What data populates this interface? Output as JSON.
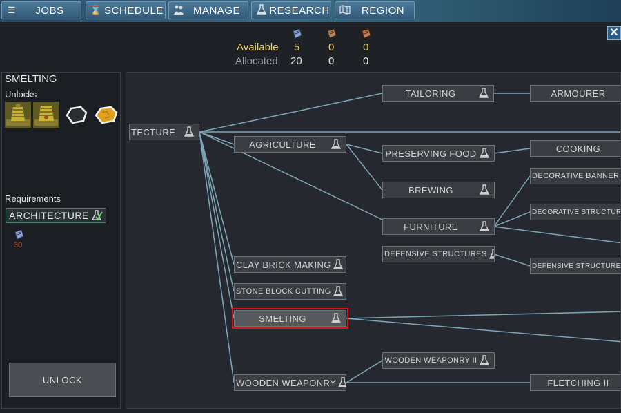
{
  "nav": {
    "items": [
      {
        "label": "JOBS",
        "icon": "list-icon"
      },
      {
        "label": "SCHEDULE",
        "icon": "hourglass-icon"
      },
      {
        "label": "MANAGE",
        "icon": "people-icon"
      },
      {
        "label": "RESEARCH",
        "icon": "flask-icon"
      },
      {
        "label": "REGION",
        "icon": "map-icon"
      }
    ]
  },
  "close_label": "✕",
  "resources": {
    "available_label": "Available",
    "allocated_label": "Allocated",
    "types": [
      {
        "icon": "blue-scroll-icon",
        "available": "5",
        "allocated": "20"
      },
      {
        "icon": "brown-scroll-icon",
        "available": "0",
        "allocated": "0"
      },
      {
        "icon": "red-scroll-icon",
        "available": "0",
        "allocated": "0"
      }
    ]
  },
  "panel": {
    "title": "SMELTING",
    "unlocks_label": "Unlocks",
    "unlocks": [
      {
        "icon": "kiln-building-icon",
        "color": "#c7b436"
      },
      {
        "icon": "furnace-building-icon",
        "color": "#c7b436"
      },
      {
        "icon": "iron-ore-icon",
        "color": "#2a2d31"
      },
      {
        "icon": "gold-ore-icon",
        "color": "#e0a020"
      }
    ],
    "requirements_label": "Requirements",
    "requirement": {
      "label": "ARCHITECTURE",
      "icon": "flask-check-icon"
    },
    "cost": {
      "icon": "blue-scroll-icon",
      "value": "30",
      "color": "#e04a2a"
    },
    "unlock_label": "UNLOCK"
  },
  "tree": {
    "nodes": {
      "architecture": {
        "label": "TECTURE"
      },
      "tailoring": {
        "label": "TAILORING"
      },
      "armourer": {
        "label": "ARMOURER"
      },
      "agriculture": {
        "label": "AGRICULTURE"
      },
      "preserving": {
        "label": "PRESERVING FOOD"
      },
      "cooking": {
        "label": "COOKING"
      },
      "brewing": {
        "label": "BREWING"
      },
      "dec_banners": {
        "label": "DECORATIVE BANNERS"
      },
      "dec_structures": {
        "label": "DECORATIVE STRUCTURES"
      },
      "furniture": {
        "label": "FURNITURE"
      },
      "def_structures": {
        "label": "DEFENSIVE STRUCTURES"
      },
      "def_structures2": {
        "label": "DEFENSIVE STRUCTURES I"
      },
      "clay": {
        "label": "CLAY BRICK MAKING"
      },
      "stone": {
        "label": "STONE BLOCK CUTTING"
      },
      "smelting": {
        "label": "SMELTING"
      },
      "wood_weap2": {
        "label": "WOODEN WEAPONRY II"
      },
      "wood_weap": {
        "label": "WOODEN WEAPONRY"
      },
      "fletching": {
        "label": "FLETCHING II"
      }
    },
    "colors": {
      "line": "#7fa6b8",
      "selected": "#d01818"
    }
  }
}
